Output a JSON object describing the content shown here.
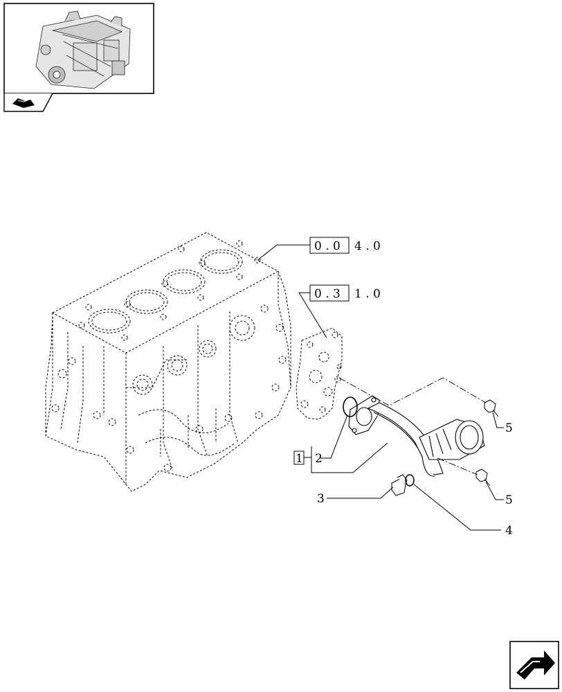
{
  "references": [
    {
      "boxed": "0 . 0",
      "rest": "4 . 0"
    },
    {
      "boxed": "0 . 3",
      "rest": "1 . 0"
    }
  ],
  "callouts": {
    "group_box": "1",
    "item_2": "2",
    "item_3": "3",
    "item_4": "4",
    "item_5a": "5",
    "item_5b": "5"
  },
  "colors": {
    "line": "#000000",
    "background": "#ffffff"
  },
  "icons": {
    "thumbnail": "engine-thumbnail",
    "tab": "page-tab-icon",
    "next": "next-page-arrow-icon"
  }
}
